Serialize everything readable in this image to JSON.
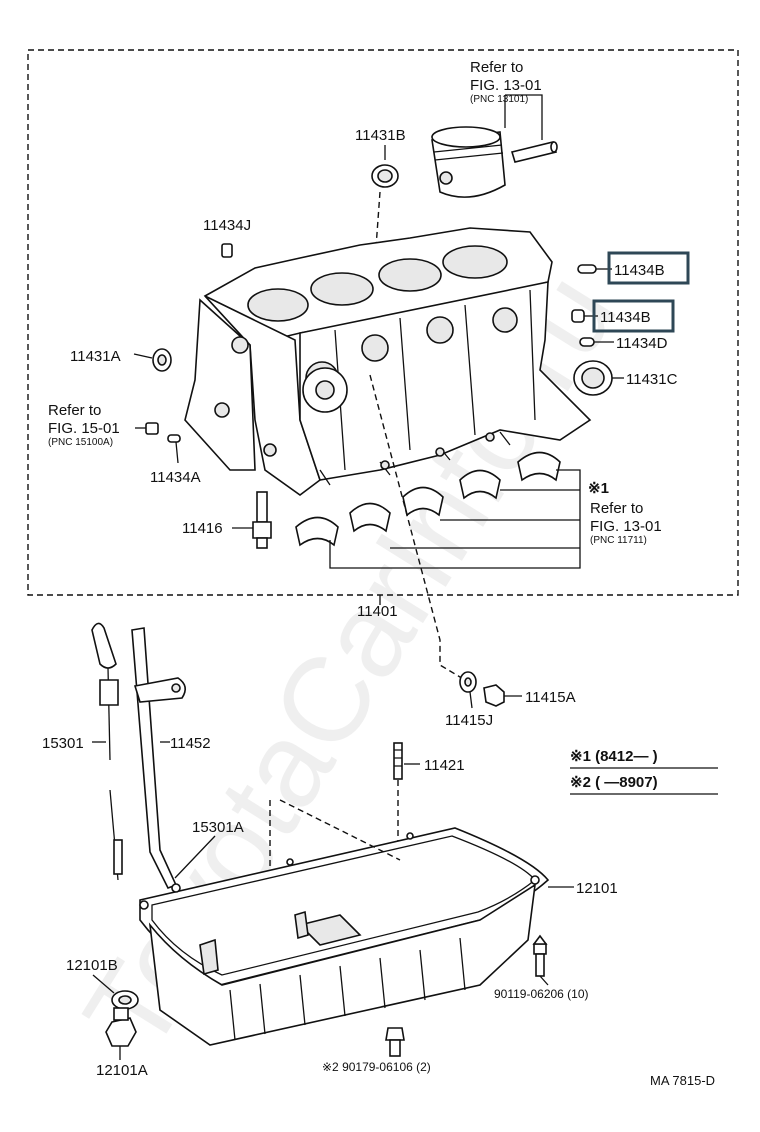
{
  "labels": {
    "refer_1301_top_a": "Refer to",
    "refer_1301_top_b": "FIG. 13-01",
    "refer_1301_top_c": "(PNC 13101)",
    "p11431B": "11431B",
    "p11434J": "11434J",
    "p11434B_a": "11434B",
    "p11434B_b": "11434B",
    "p11434D": "11434D",
    "p11431A": "11431A",
    "p11431C": "11431C",
    "refer_1501_a": "Refer to",
    "refer_1501_b": "FIG. 15-01",
    "refer_1501_c": "(PNC 15100A)",
    "p11434A": "11434A",
    "note1_mark": "※1",
    "refer_1301_bot_a": "Refer to",
    "refer_1301_bot_b": "FIG. 13-01",
    "refer_1301_bot_c": "(PNC 11711)",
    "p11416": "11416",
    "p11401": "11401",
    "p15301": "15301",
    "p11452": "11452",
    "p11415J": "11415J",
    "p11415A": "11415A",
    "p11421": "11421",
    "p15301A": "15301A",
    "p12101": "12101",
    "p12101B": "12101B",
    "p12101A": "12101A",
    "p90119": "90119-06206 (10)",
    "p90179": "※2 90179-06106 (2)",
    "code": "MA 7815-D"
  },
  "legend": {
    "row1": "※1 (8412—      )",
    "row2": "※2 (      —8907)"
  },
  "watermark": "ToyotaCarInfo.ru",
  "colors": {
    "highlight_box": "#2e4756",
    "ink": "#111111"
  }
}
